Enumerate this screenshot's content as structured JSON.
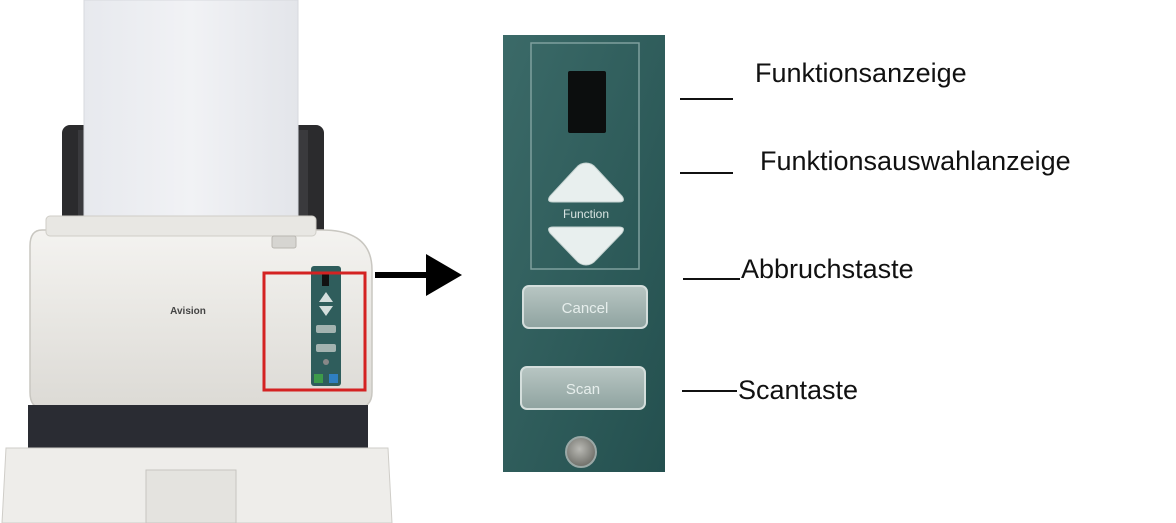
{
  "scanner": {
    "brand": "Avision"
  },
  "panel": {
    "function_label": "Function",
    "cancel_label": "Cancel",
    "scan_label": "Scan"
  },
  "callouts": {
    "function_display": "Funktionsanzeige",
    "function_select": "Funktionsauswahlanzeige",
    "cancel_key": "Abbruchstaste",
    "scan_key": "Scantaste"
  },
  "colors": {
    "panel_teal": "#2f5d5c",
    "highlight_red": "#d42222",
    "scanner_body": "#ecebe7"
  }
}
